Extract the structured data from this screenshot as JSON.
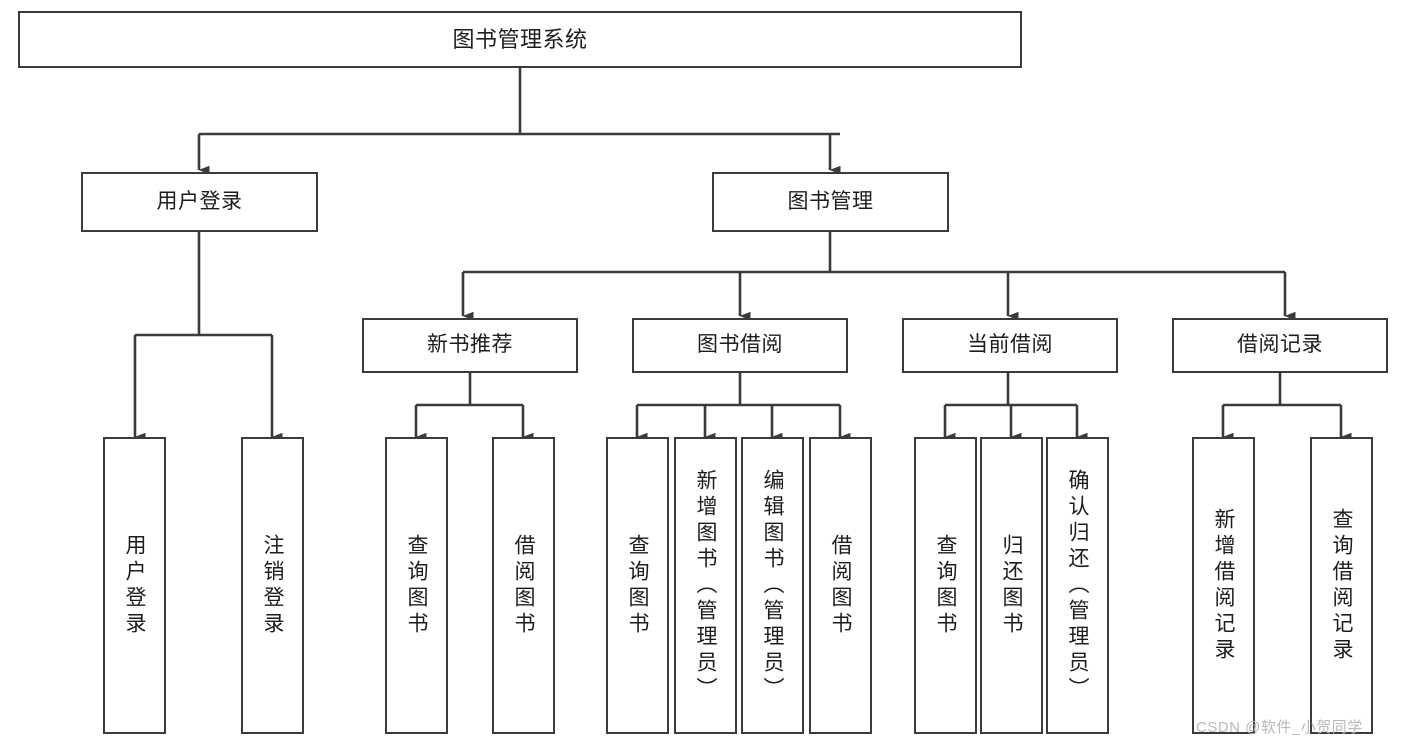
{
  "diagram": {
    "title": "图书管理系统",
    "type": "tree-hierarchy-diagram",
    "watermark": "CSDN @软件_小贺同学",
    "colors": {
      "box_border": "#3b3b3b",
      "box_fill": "#ffffff",
      "connector": "#3b3b3b",
      "text": "#1d1d1d",
      "watermark": "#b9b9b9",
      "background": "#ffffff"
    },
    "root": {
      "label": "图书管理系统"
    },
    "level2": [
      {
        "label": "用户登录"
      },
      {
        "label": "图书管理"
      }
    ],
    "level3": [
      {
        "label": "新书推荐"
      },
      {
        "label": "图书借阅"
      },
      {
        "label": "当前借阅"
      },
      {
        "label": "借阅记录"
      }
    ],
    "leaves": {
      "user_login": [
        {
          "label": "用户登录"
        },
        {
          "label": "注销登录"
        }
      ],
      "new_book_recommend": [
        {
          "label": "查询图书"
        },
        {
          "label": "借阅图书"
        }
      ],
      "book_borrow": [
        {
          "label": "查询图书"
        },
        {
          "label": "新增图书（管理员）"
        },
        {
          "label": "编辑图书（管理员）"
        },
        {
          "label": "借阅图书"
        }
      ],
      "current_borrow": [
        {
          "label": "查询图书"
        },
        {
          "label": "归还图书"
        },
        {
          "label": "确认归还（管理员）"
        }
      ],
      "borrow_records": [
        {
          "label": "新增借阅记录"
        },
        {
          "label": "查询借阅记录"
        }
      ]
    }
  }
}
